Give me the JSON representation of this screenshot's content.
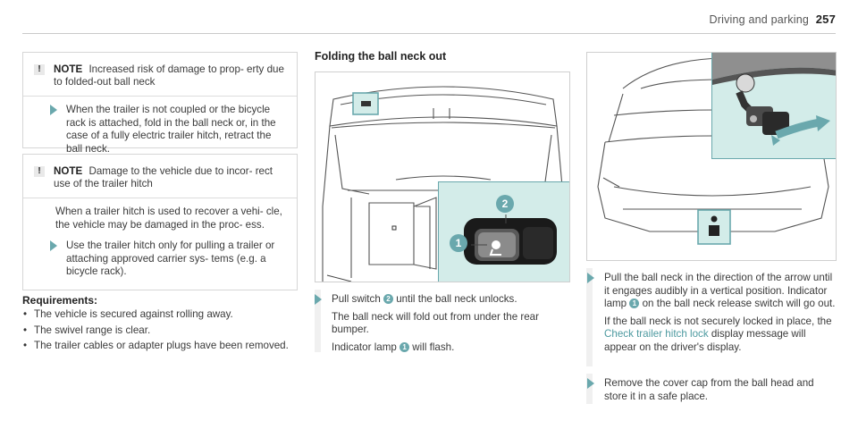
{
  "header": {
    "section": "Driving and parking",
    "page": "257"
  },
  "left": {
    "note1": {
      "label": "NOTE",
      "text": "Increased risk of damage to prop- erty due to folded-out ball neck",
      "step": "When the trailer is not coupled or the bicycle rack is attached, fold in the ball neck or, in the case of a fully electric trailer hitch, retract the ball neck."
    },
    "note2": {
      "label": "NOTE",
      "text": "Damage to the vehicle due to incor- rect use of the trailer hitch",
      "para": "When a trailer hitch is used to recover a vehi- cle, the vehicle may be damaged in the proc- ess.",
      "step": "Use the trailer hitch only for pulling a trailer or attaching approved carrier sys- tems (e.g. a bicycle rack)."
    },
    "requirements": {
      "title": "Requirements:",
      "items": [
        "The vehicle is secured against rolling away.",
        "The swivel range is clear.",
        "The trailer cables or adapter plugs have been removed."
      ]
    }
  },
  "middle": {
    "title": "Folding the ball neck out",
    "callouts": {
      "one": "1",
      "two": "2"
    },
    "step_line1_pre": "Pull switch",
    "step_line1_num": "2",
    "step_line1_post": "until the ball neck unlocks.",
    "step_line2": "The ball neck will fold out from under the rear bumper.",
    "step_line3_pre": "Indicator lamp",
    "step_line3_num": "1",
    "step_line3_post": "will flash."
  },
  "right": {
    "step1_pre": "Pull the ball neck in the direction of the arrow until it engages audibly in a vertical position. Indicator lamp",
    "step1_num": "1",
    "step1_post": "on the ball neck release switch will go out.",
    "step1_b_pre": "If the ball neck is not securely locked in place, the",
    "step1_b_link": "Check trailer hitch lock",
    "step1_b_post": "display message will appear on the driver's display.",
    "step2": "Remove the cover cap from the ball head and store it in a safe place."
  },
  "colors": {
    "accent": "#6aa8ad",
    "inset_bg": "#d3ece9",
    "link": "#4d9aa0"
  }
}
